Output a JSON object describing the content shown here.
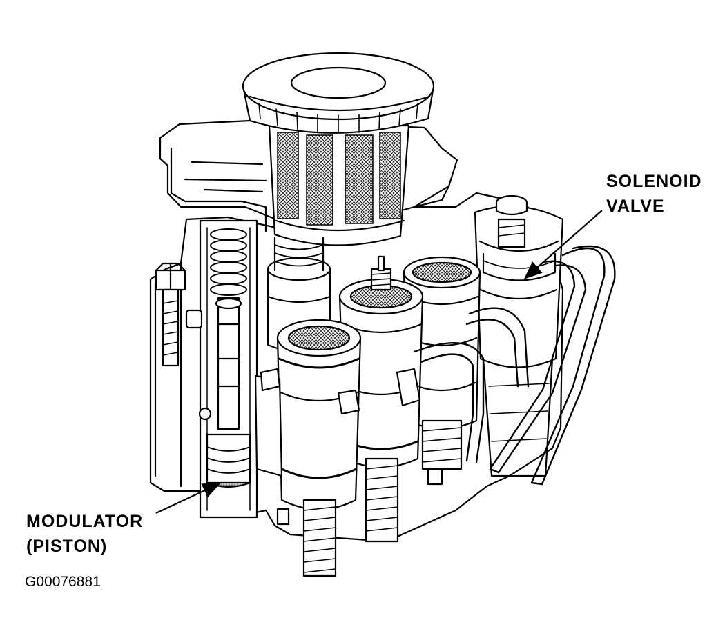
{
  "labels": {
    "solenoid_line1": "SOLENOID",
    "solenoid_line2": "VALVE",
    "modulator_line1": "MODULATOR",
    "modulator_line2": "(PISTON)"
  },
  "figure_id": "G00076881",
  "colors": {
    "ink": "#000000",
    "paper": "#ffffff",
    "screen": "#555555"
  }
}
